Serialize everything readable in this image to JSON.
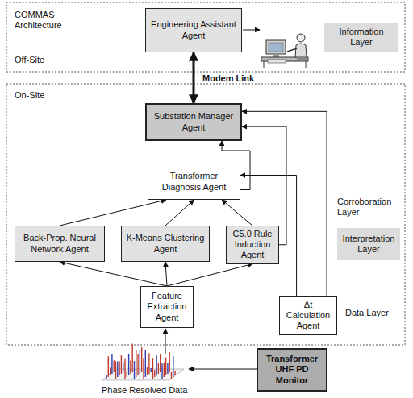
{
  "diagram": {
    "nodes": [
      {
        "text": [
          "Engineering Assistant Agent"
        ]
      },
      {
        "text": [
          "Information Layer"
        ]
      },
      {
        "text": [
          "Substation Manager Agent"
        ]
      },
      {
        "text": [
          "Transformer Diagnosis Agent"
        ]
      },
      {
        "text": [
          "Back-Prop. Neural Network Agent"
        ]
      },
      {
        "text": [
          "K-Means Clustering Agent"
        ]
      },
      {
        "text": [
          "C5.0 Rule Induction Agent"
        ]
      },
      {
        "text": [
          "Interpretation Layer"
        ]
      },
      {
        "text": [
          "Feature Extraction Agent"
        ]
      },
      {
        "text": [
          "Δt Calculation Agent"
        ]
      },
      {
        "text": [
          "Transformer UHF PD Monitor"
        ]
      }
    ],
    "edges": [
      {
        "from": 0,
        "to": 2,
        "arrow": "both",
        "label": "Modem Link"
      },
      {
        "from": 4,
        "to": 3,
        "arrow": "to"
      },
      {
        "from": 5,
        "to": 3,
        "arrow": "to"
      },
      {
        "from": 6,
        "to": 3,
        "arrow": "to"
      },
      {
        "from": 3,
        "to": 2,
        "arrow": "to"
      },
      {
        "from": 6,
        "to": 2,
        "arrow": "to"
      },
      {
        "from": 9,
        "to": 2,
        "arrow": "to"
      },
      {
        "from": 9,
        "to": 3,
        "arrow": "to"
      },
      {
        "from": 8,
        "to": 4,
        "arrow": "to"
      },
      {
        "from": 8,
        "to": 5,
        "arrow": "to"
      },
      {
        "from": 8,
        "to": 6,
        "arrow": "to"
      }
    ],
    "labels": [
      "COMMAS Architecture",
      "Off-Site",
      "On-Site",
      "Corroboration Layer",
      "Data Layer",
      "Phase Resolved Data"
    ]
  }
}
